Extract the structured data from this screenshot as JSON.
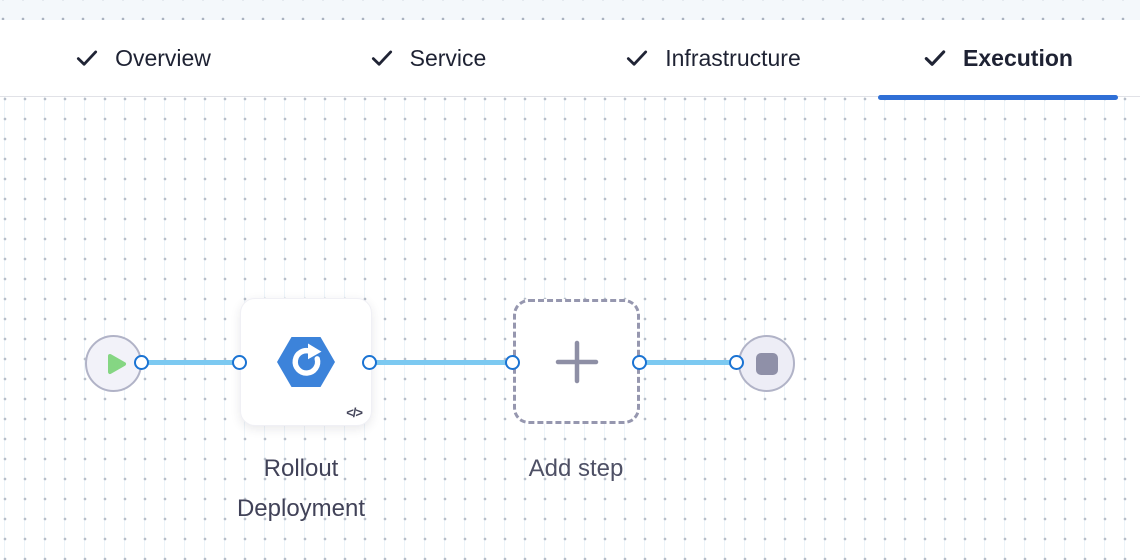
{
  "header": {
    "tabs": [
      {
        "label": "Overview",
        "state": "completed"
      },
      {
        "label": "Service",
        "state": "completed"
      },
      {
        "label": "Infrastructure",
        "state": "completed"
      },
      {
        "label": "Execution",
        "state": "active"
      }
    ]
  },
  "canvas": {
    "start_node": {
      "type": "start",
      "icon": "play-icon"
    },
    "steps": [
      {
        "label": "Rollout Deployment",
        "icon": "kubernetes-rollout-icon",
        "badge": "</>",
        "type": "step"
      },
      {
        "label": "Add step",
        "icon": "plus-icon",
        "type": "add-step-placeholder"
      }
    ],
    "end_node": {
      "type": "end",
      "icon": "stop-icon"
    }
  },
  "colors": {
    "accent": "#2f6fd6",
    "connector": "#7cc9f1",
    "port": "#1a73d3",
    "play-green": "#85d683",
    "hexagon-blue": "#3c83da",
    "stop-gray": "#8f90a8"
  }
}
